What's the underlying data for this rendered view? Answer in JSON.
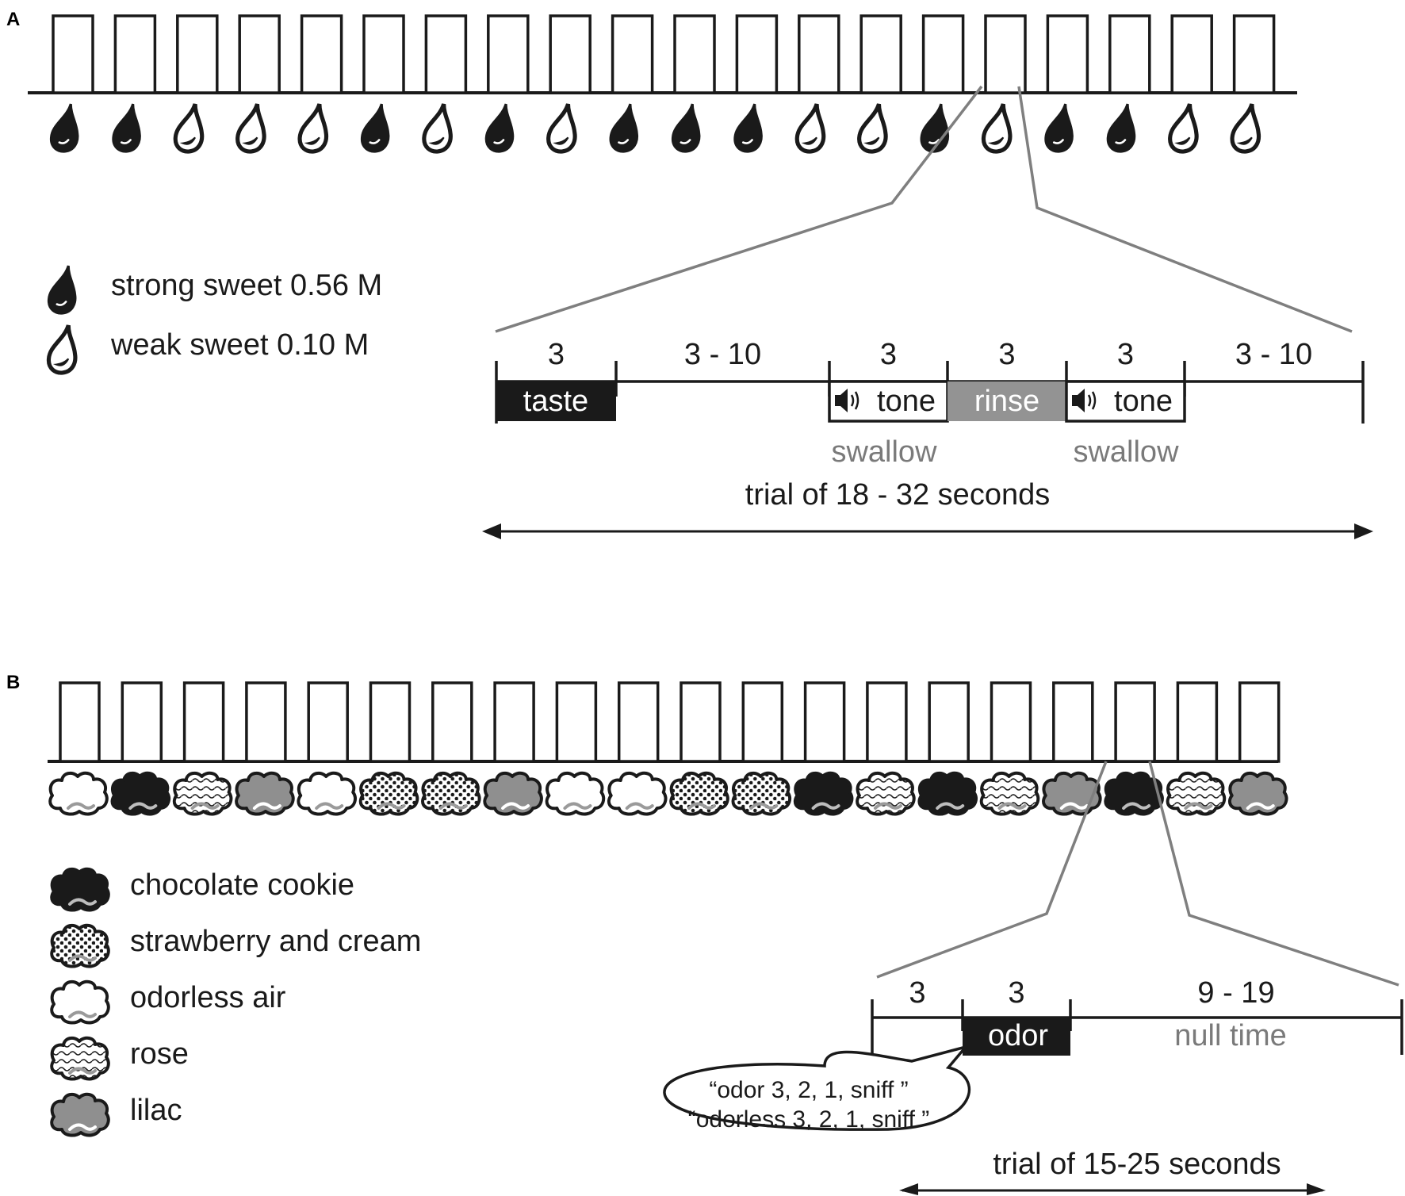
{
  "panel_a": {
    "letter": "A",
    "drop_sequence": [
      "strong",
      "strong",
      "weak",
      "weak",
      "weak",
      "strong",
      "weak",
      "strong",
      "weak",
      "strong",
      "strong",
      "strong",
      "weak",
      "weak",
      "strong",
      "weak",
      "strong",
      "strong",
      "weak",
      "weak"
    ],
    "legend": [
      {
        "type": "strong",
        "label": "strong sweet 0.56 M"
      },
      {
        "type": "weak",
        "label": "weak sweet 0.10 M"
      }
    ],
    "timeline": {
      "durations": [
        "3",
        "3 - 10",
        "3",
        "3",
        "3",
        "3 - 10"
      ],
      "events": {
        "taste": "taste",
        "tone1": "tone",
        "rinse": "rinse",
        "tone2": "tone",
        "swallow1": "swallow",
        "swallow2": "swallow"
      },
      "trial_label": "trial of 18 - 32 seconds"
    },
    "colors": {
      "strong": "#1a1a1a",
      "rinse": "#939393",
      "connector": "#7f7f7f",
      "swallow_text": "#7a7a7a"
    }
  },
  "panel_b": {
    "letter": "B",
    "odor_sequence": [
      "odorless",
      "chocolate",
      "rose",
      "lilac",
      "odorless",
      "strawberry",
      "strawberry",
      "lilac",
      "odorless",
      "odorless",
      "strawberry",
      "strawberry",
      "chocolate",
      "rose",
      "chocolate",
      "rose",
      "lilac",
      "chocolate",
      "rose",
      "lilac"
    ],
    "legend": [
      {
        "type": "chocolate",
        "label": "chocolate cookie"
      },
      {
        "type": "strawberry",
        "label": "strawberry and cream"
      },
      {
        "type": "odorless",
        "label": "odorless air"
      },
      {
        "type": "rose",
        "label": "rose"
      },
      {
        "type": "lilac",
        "label": "lilac"
      }
    ],
    "timeline": {
      "durations": [
        "3",
        "3",
        "9 - 19"
      ],
      "odor_label": "odor",
      "null_label": "null time",
      "speech": [
        "“odor 3, 2, 1, sniff ”",
        "“odorless 3, 2, 1, sniff ”"
      ],
      "trial_label": "trial of 15-25 seconds"
    },
    "colors": {
      "chocolate": "#1a1a1a",
      "lilac": "#8f8f8f",
      "null_text": "#7a7a7a"
    }
  }
}
